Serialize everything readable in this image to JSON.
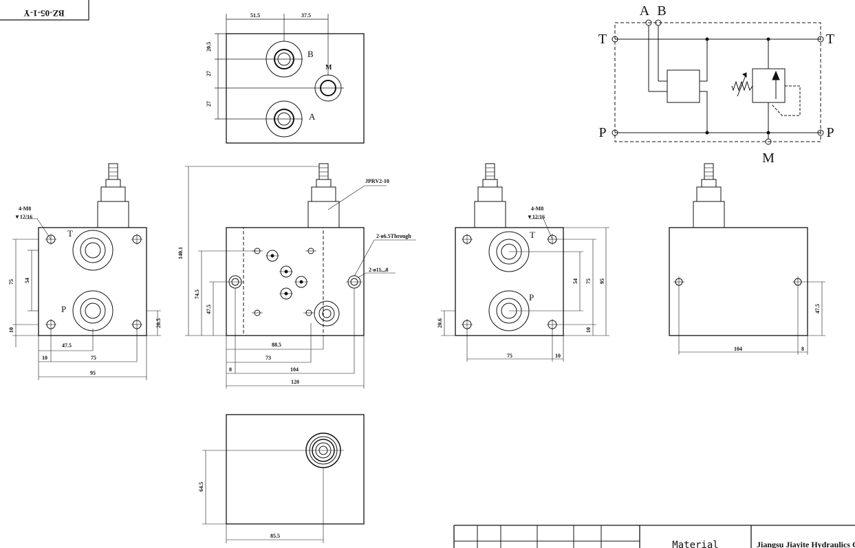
{
  "drawing_id": "BZ-05-1-Y",
  "ports": {
    "A": "A",
    "B": "B",
    "T": "T",
    "P": "P",
    "M": "M",
    "N": "M"
  },
  "top_view": {
    "d1": "51.5",
    "d2": "37.5",
    "v1": "20.5",
    "v2": "27",
    "v3": "27"
  },
  "left_view": {
    "holes": "4-M8",
    "depth": "▼12/16",
    "h75": "75",
    "h54": "54",
    "h10": "10",
    "h20": "20.5",
    "w47": "47.5",
    "w10": "10",
    "w75": "75",
    "w95": "95"
  },
  "front_view": {
    "valve": "JPRV2-10",
    "through": "2-ø6.5Through",
    "cbore": "2-ø11⌴8",
    "h140": "140.1",
    "h74": "74.5",
    "h47": "47.5",
    "w88": "88.5",
    "w73": "73",
    "w8": "8",
    "w104": "104",
    "w120": "120"
  },
  "right_view": {
    "holes": "4-M8",
    "depth": "▼12/16",
    "h54": "54",
    "h75": "75",
    "h95": "95",
    "h10": "10",
    "h20": "20.6",
    "w75": "75",
    "w10": "10"
  },
  "side_view": {
    "h47": "47.5",
    "w104": "104",
    "w8": "8"
  },
  "bottom_view": {
    "h64": "64.5",
    "w85": "85.5"
  },
  "title_block": {
    "material": "Material",
    "company": "Jiangsu Jiayite Hydraulics Co.,L"
  },
  "colors": {
    "line": "#111111",
    "background": "#ffffff"
  }
}
